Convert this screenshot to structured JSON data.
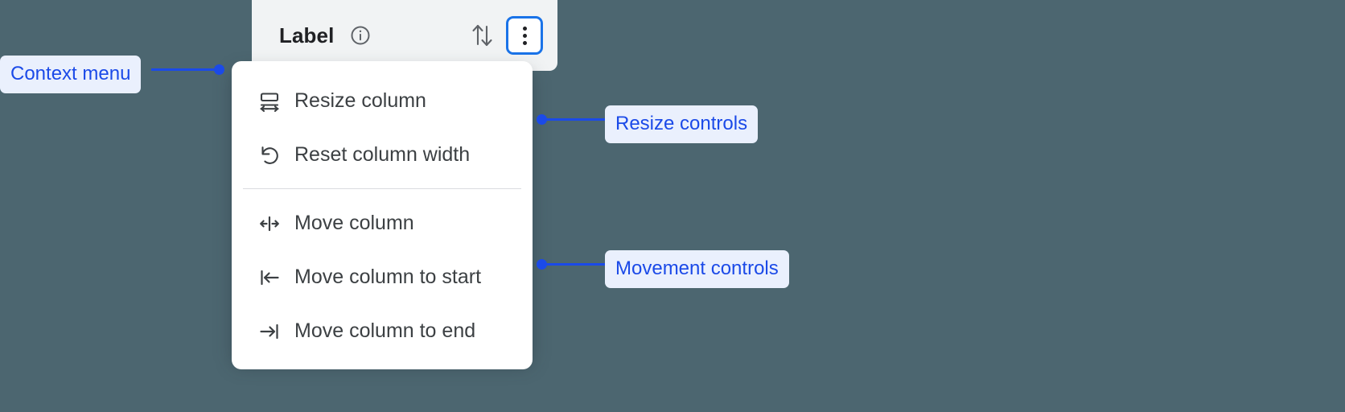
{
  "background_color": "#4c6670",
  "accent_color": "#1b4ae8",
  "focus_ring_color": "#1a73e8",
  "column_header": {
    "label": "Label",
    "info_icon": "info-circle-icon",
    "sort_icon": "sort-up-down-icon",
    "overflow_icon": "three-dot-vertical-icon"
  },
  "context_menu": {
    "groups": [
      {
        "name": "resize",
        "items": [
          {
            "icon": "resize-column-icon",
            "label": "Resize column"
          },
          {
            "icon": "reset-width-icon",
            "label": "Reset column width"
          }
        ]
      },
      {
        "name": "movement",
        "items": [
          {
            "icon": "move-column-icon",
            "label": "Move column"
          },
          {
            "icon": "move-to-start-icon",
            "label": "Move column to start"
          },
          {
            "icon": "move-to-end-icon",
            "label": "Move column to end"
          }
        ]
      }
    ]
  },
  "annotations": [
    {
      "id": "context-menu",
      "label": "Context menu"
    },
    {
      "id": "resize-controls",
      "label": "Resize controls"
    },
    {
      "id": "movement-controls",
      "label": "Movement controls"
    }
  ]
}
